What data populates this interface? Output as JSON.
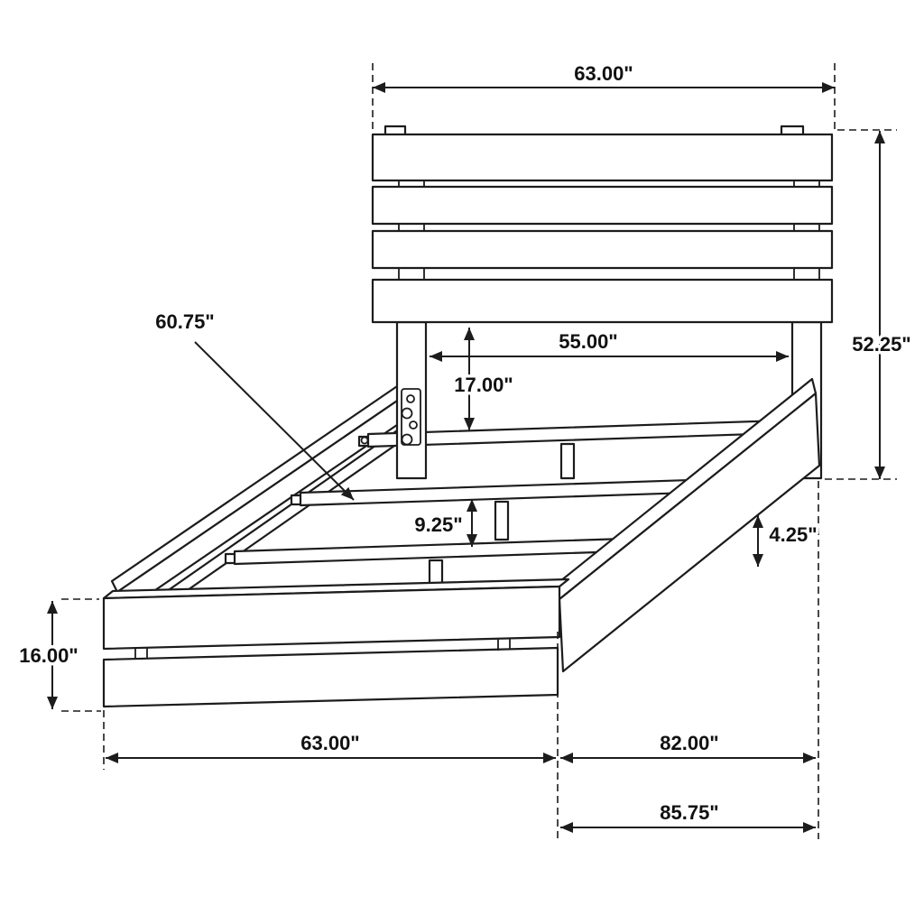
{
  "dims": {
    "headboard_width": "63.00\"",
    "headboard_height": "52.25\"",
    "inner_width": "55.00\"",
    "headboard_clearance": "17.00\"",
    "slat_length": "60.75\"",
    "slat_gap": "9.25\"",
    "rail_bottom_gap": "4.25\"",
    "footboard_height": "16.00\"",
    "footboard_width": "63.00\"",
    "frame_length": "82.00\"",
    "overall_length": "85.75\""
  }
}
